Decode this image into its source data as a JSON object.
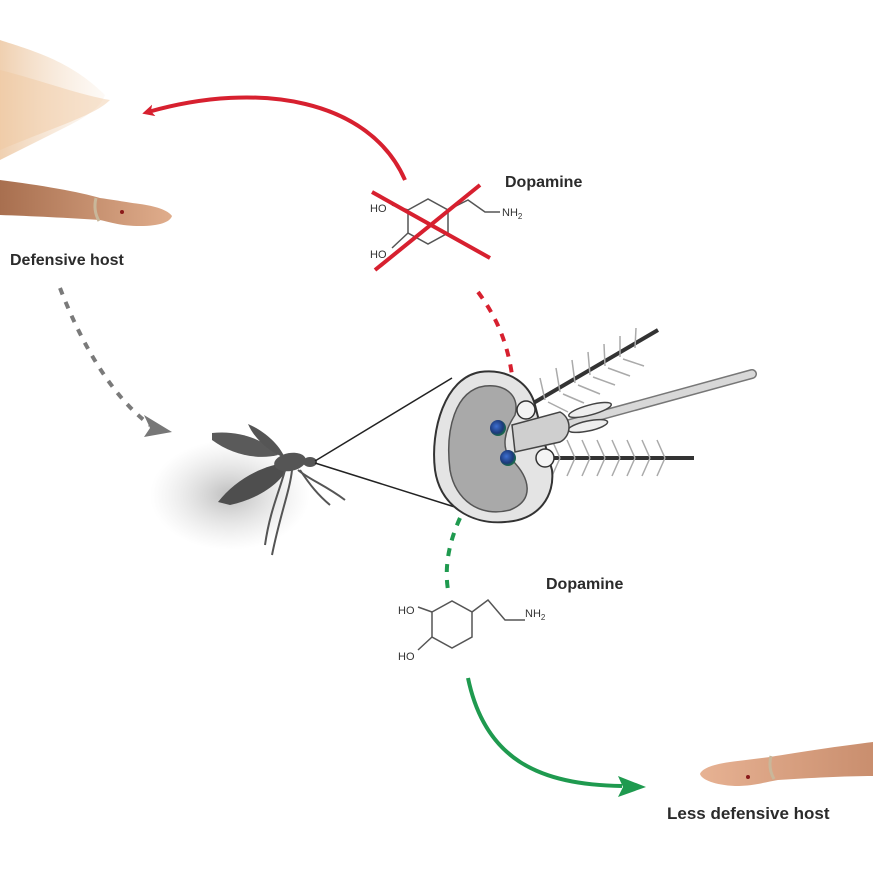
{
  "diagram": {
    "labels": {
      "defensive_host": "Defensive host",
      "less_defensive_host": "Less defensive host",
      "dopamine_top": "Dopamine",
      "dopamine_bottom": "Dopamine"
    },
    "molecule": {
      "hydroxyl_1": "HO",
      "hydroxyl_2": "HO",
      "amine": "NH",
      "amine_subscript": "2"
    },
    "colors": {
      "red_arrow": "#d7202f",
      "green_arrow": "#1f9a4f",
      "gray_arrow": "#7a7a7a",
      "mosquito": "#555555",
      "skin": "#d9a37c",
      "text": "#2b2b2b"
    },
    "nodes": [
      {
        "id": "defensive-host",
        "label": "Defensive host"
      },
      {
        "id": "mosquito",
        "label": ""
      },
      {
        "id": "antenna-detail",
        "label": ""
      },
      {
        "id": "dopamine-blocked",
        "label": "Dopamine",
        "state": "crossed-out"
      },
      {
        "id": "dopamine-present",
        "label": "Dopamine",
        "state": "present"
      },
      {
        "id": "less-defensive-host",
        "label": "Less defensive host"
      }
    ],
    "edges": [
      {
        "from": "defensive-host",
        "to": "mosquito",
        "style": "dashed",
        "color": "gray"
      },
      {
        "from": "antenna-detail",
        "to": "dopamine-blocked",
        "style": "dashed",
        "color": "red"
      },
      {
        "from": "dopamine-blocked",
        "to": "defensive-host",
        "style": "solid",
        "color": "red"
      },
      {
        "from": "antenna-detail",
        "to": "dopamine-present",
        "style": "dashed",
        "color": "green"
      },
      {
        "from": "dopamine-present",
        "to": "less-defensive-host",
        "style": "solid",
        "color": "green"
      }
    ]
  }
}
